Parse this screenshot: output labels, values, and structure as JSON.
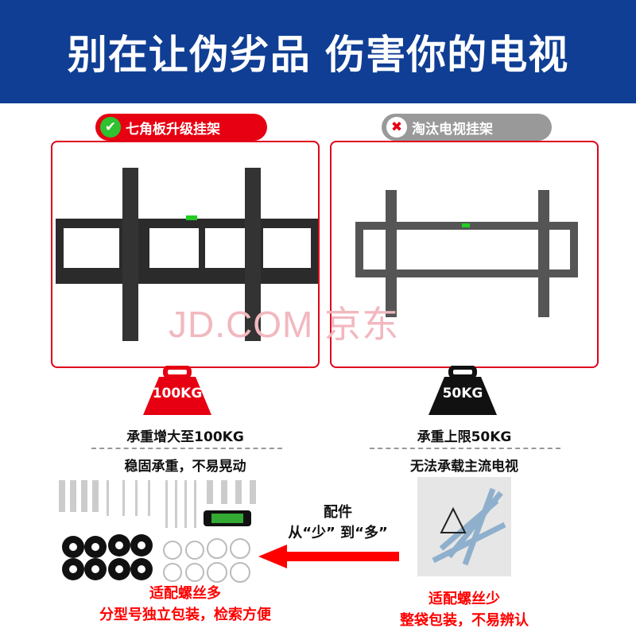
{
  "header": {
    "title": "别在让伪劣品 伤害你的电视"
  },
  "left": {
    "badge": "七角板升级挂架",
    "badge_icon": "check-icon",
    "badge_color": "#e60012",
    "weight": "100KG",
    "weight_color": "#e60012",
    "line1": "承重增大至100KG",
    "line2": "稳固承重，不易晃动",
    "bottom1": "适配螺丝多",
    "bottom2": "分型号独立包装，检索方便"
  },
  "right": {
    "badge": "淘汰电视挂架",
    "badge_icon": "x-icon",
    "badge_color": "#999999",
    "weight": "50KG",
    "weight_color": "#111111",
    "line1": "承重上限50KG",
    "line2": "无法承载主流电视",
    "bottom1": "适配螺丝少",
    "bottom2": "整袋包装，不易辨认"
  },
  "watermark": "JD.COM 京东",
  "arrow": {
    "line1": "配件",
    "line2": "从“少” 到“多”"
  }
}
